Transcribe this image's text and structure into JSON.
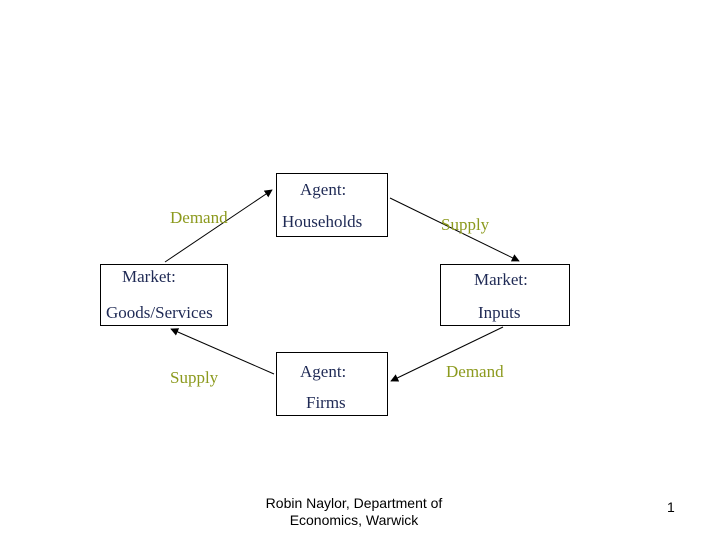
{
  "households": {
    "line1": "Agent:",
    "line2": "Households"
  },
  "firms": {
    "line1": "Agent:",
    "line2": "Firms"
  },
  "goods_market": {
    "line1": "Market:",
    "line2": "Goods/Services"
  },
  "inputs_market": {
    "line1": "Market:",
    "line2": "Inputs"
  },
  "flows": {
    "goods_demand": "Demand",
    "inputs_supply": "Supply",
    "goods_supply": "Supply",
    "inputs_demand": "Demand"
  },
  "footer": {
    "credit_line1": "Robin Naylor, Department of",
    "credit_line2": "Economics, Warwick",
    "page_number": "1"
  },
  "colors": {
    "node_text": "#1f2a55",
    "flow_label": "#8c9a1e",
    "lines": "#000000"
  }
}
